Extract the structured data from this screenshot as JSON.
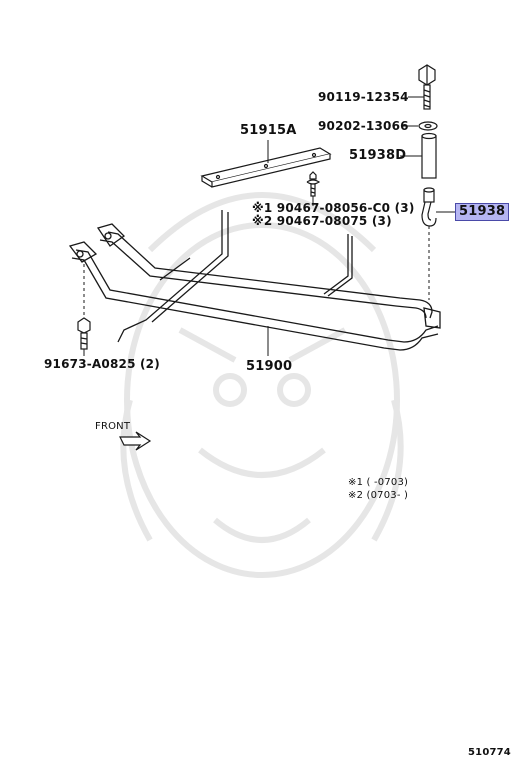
{
  "parts": {
    "bolt": "90119-12354",
    "washer": "90202-13066",
    "bracket": "51915A",
    "spacer": "51938D",
    "hook": "51938",
    "bolt_pre": "※1 90467-08056-C0 (3)",
    "bolt_post": "※2 90467-08075 (3)",
    "frame_bolt": "91673-A0825 (2)",
    "carrier": "51900"
  },
  "front_label": "FRONT",
  "notes": {
    "note1": "※1 (     -0703)",
    "note2": "※2 (0703-     )"
  },
  "diagram_id": "510774",
  "colors": {
    "highlight_fill": "#b5b5f2",
    "highlight_border": "#4a4aa8",
    "line": "#1a1a1a",
    "watermark": "#e6e6e6"
  }
}
